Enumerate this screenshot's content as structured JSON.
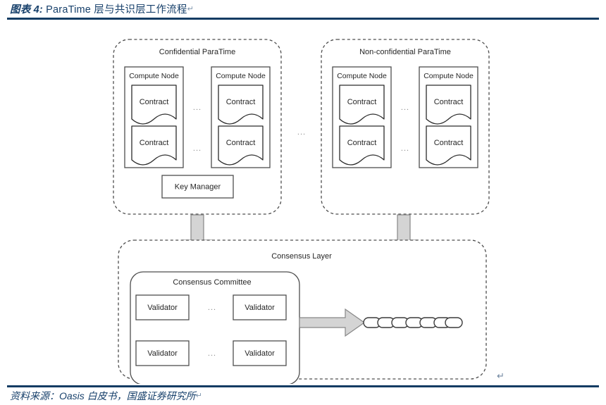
{
  "caption": {
    "label": "图表 4:",
    "text": "ParaTime 层与共识层工作流程",
    "paragraph_mark": "↵",
    "color": "#17406b"
  },
  "source": {
    "text": "资料来源：Oasis 白皮书，国盛证券研究所",
    "paragraph_mark": "↵",
    "color": "#17406b"
  },
  "rules": {
    "color": "#123c63"
  },
  "diagram": {
    "paratimes": [
      {
        "title": "Confidential ParaTime",
        "compute_nodes": [
          {
            "label": "Compute Node",
            "contracts": [
              "Contract",
              "Contract"
            ]
          },
          {
            "label": "Compute Node",
            "contracts": [
              "Contract",
              "Contract"
            ]
          }
        ],
        "node_ellipsis": "...",
        "key_manager": "Key Manager"
      },
      {
        "title": "Non-confidential ParaTime",
        "compute_nodes": [
          {
            "label": "Compute Node",
            "contracts": [
              "Contract",
              "Contract"
            ]
          },
          {
            "label": "Compute Node",
            "contracts": [
              "Contract",
              "Contract"
            ]
          }
        ],
        "node_ellipsis": "...",
        "key_manager": null
      }
    ],
    "paratime_ellipsis": "...",
    "consensus": {
      "layer_title": "Consensus Layer",
      "committee_title": "Consensus Committee",
      "validators": [
        "Validator",
        "Validator",
        "Validator",
        "Validator"
      ],
      "row_ellipsis": "..."
    },
    "chain": {
      "links": 7
    },
    "colors": {
      "arrow_fill": "#d4d4d4",
      "arrow_stroke": "#878787",
      "box_stroke": "#4d4d4d",
      "text": "#262626"
    },
    "end_mark": "↵"
  }
}
